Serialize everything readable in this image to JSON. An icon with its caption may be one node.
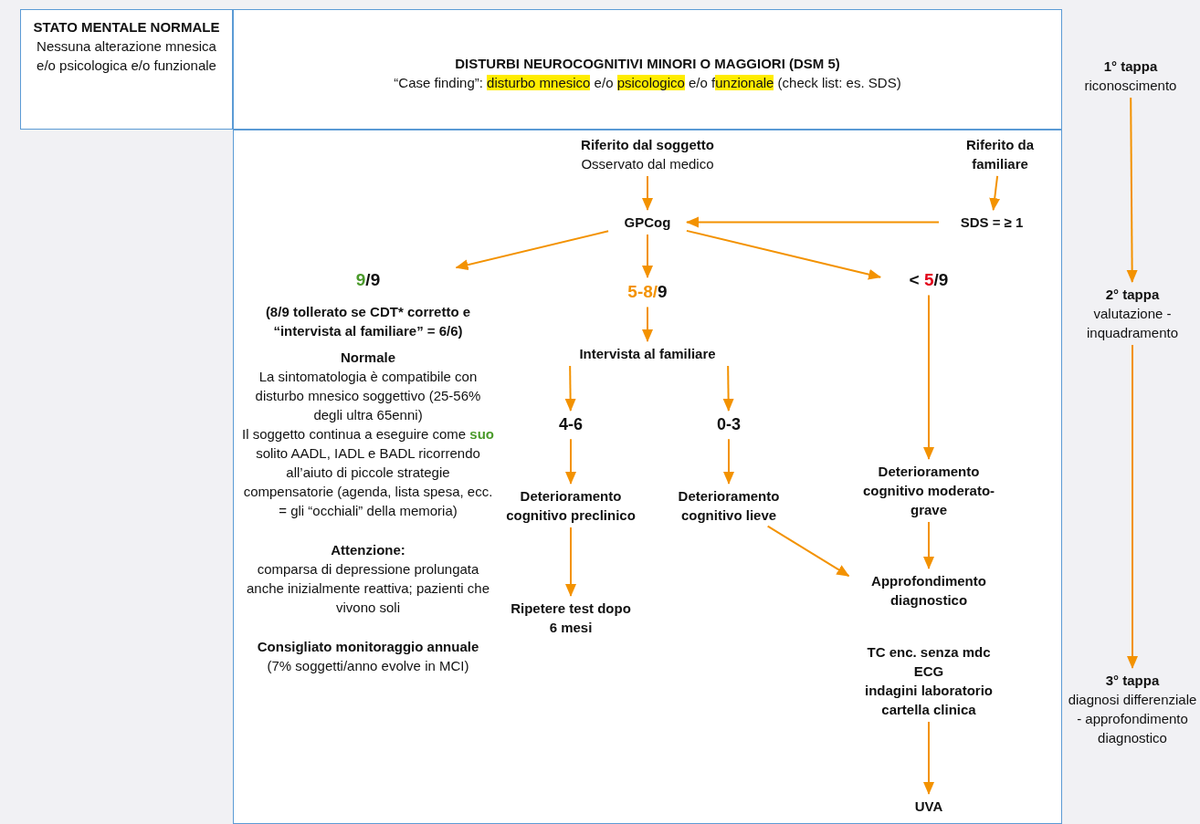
{
  "diagram": {
    "nodes": [
      {
        "text": [
          "STATO MENTALE NORMALE",
          "Nessuna alterazione mnesica e/o psicologica e/o funzionale"
        ]
      },
      {
        "text": [
          "DISTURBI NEUROCOGNITIVI MINORI O MAGGIORI (DSM 5)",
          "“Case finding”: *disturbo mnesico* e/o *psicologico* e/o f**unzionale** (check list: es. SDS)"
        ]
      },
      {
        "text": [],
        "shape": "box"
      },
      {
        "text": [
          "Riferito dal soggetto",
          "Osservato dal medico"
        ],
        "in": 2
      },
      {
        "text": [
          "Riferito da familiare"
        ],
        "in": 2
      },
      {
        "text": [
          "GPCog"
        ],
        "in": 2
      },
      {
        "text": [
          "SDS = ≥ 1"
        ],
        "in": 2
      },
      {
        "text": [
          "*9*/9",
          "(8/9 tollerato se CDT* corretto e “intervista al familiare” = 6/6)",
          "Normale",
          "La sintomatologia è compatibile con disturbo mnesico soggettivo (25-56% degli ultra 65enni)",
          "Il soggetto continua a eseguire come **suo** solito AADL, IADL e BADL ricorrendo all’aiuto di piccole strategie compensatorie (agenda, lista spesa, ecc. = gli “occhiali” della memoria)",
          "Attenzione:",
          "comparsa di depressione prolungata anche inizialmente reattiva; pazienti che vivono soli",
          "Consigliato monitoraggio annuale",
          "(7% soggetti/anno evolve in MCI)"
        ],
        "in": 2
      },
      {
        "text": [
          "**5-8/**9"
        ],
        "in": 2
      },
      {
        "text": [
          "< *5*/9"
        ],
        "in": 2
      },
      {
        "text": [
          "Intervista al familiare"
        ],
        "in": 2
      },
      {
        "text": [
          "4-6"
        ],
        "in": 2
      },
      {
        "text": [
          "0-3"
        ],
        "in": 2
      },
      {
        "text": [
          "Deterioramento cognitivo preclinico"
        ],
        "in": 2
      },
      {
        "text": [
          "Deterioramento cognitivo lieve"
        ],
        "in": 2
      },
      {
        "text": [
          "Ripetere test dopo 6 mesi"
        ],
        "in": 2
      },
      {
        "text": [
          "Deterioramento cognitivo moderato-grave"
        ],
        "in": 2
      },
      {
        "text": [
          "Approfondimento diagnostico"
        ],
        "in": 2
      },
      {
        "text": [
          "TC enc. senza mdc",
          "ECG",
          "indagini laboratorio",
          "cartella clinica"
        ],
        "in": 2
      },
      {
        "text": [
          "UVA"
        ],
        "in": 2
      },
      {
        "text": [
          "1° tappa",
          "riconoscimento"
        ]
      },
      {
        "text": [
          "2° tappa",
          "valutazione - inquadramento"
        ]
      },
      {
        "text": [
          "3° tappa",
          "diagnosi differenziale - approfondimento diagnostico"
        ]
      }
    ],
    "edges": [
      {
        "from": 3,
        "to": 5,
        "arrow": "to"
      },
      {
        "from": 4,
        "to": 6,
        "arrow": "to"
      },
      {
        "from": 6,
        "to": 5,
        "arrow": "to"
      },
      {
        "from": 5,
        "to": 7,
        "arrow": "to"
      },
      {
        "from": 5,
        "to": 8,
        "arrow": "to"
      },
      {
        "from": 5,
        "to": 9,
        "arrow": "to"
      },
      {
        "from": 8,
        "to": 10,
        "arrow": "to"
      },
      {
        "from": 10,
        "to": 11,
        "arrow": "to"
      },
      {
        "from": 10,
        "to": 12,
        "arrow": "to"
      },
      {
        "from": 11,
        "to": 13,
        "arrow": "to"
      },
      {
        "from": 12,
        "to": 14,
        "arrow": "to"
      },
      {
        "from": 13,
        "to": 15,
        "arrow": "to"
      },
      {
        "from": 14,
        "to": 17,
        "arrow": "to"
      },
      {
        "from": 9,
        "to": 16,
        "arrow": "to"
      },
      {
        "from": 16,
        "to": 17,
        "arrow": "to"
      },
      {
        "from": 18,
        "to": 19,
        "arrow": "to"
      },
      {
        "from": 20,
        "to": 21,
        "arrow": "to"
      },
      {
        "from": 21,
        "to": 22,
        "arrow": "to"
      }
    ]
  }
}
